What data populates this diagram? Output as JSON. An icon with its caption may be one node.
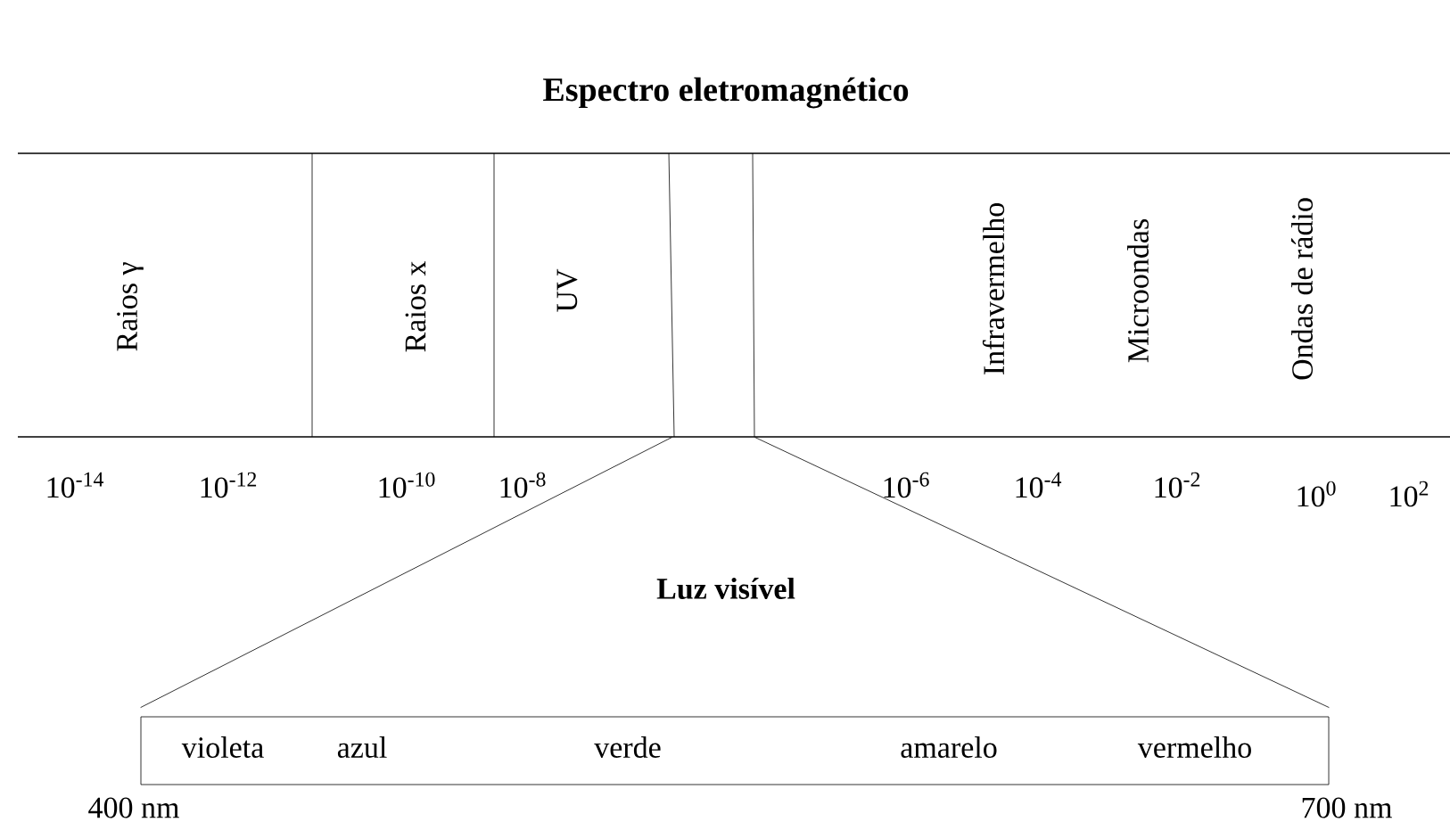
{
  "diagram": {
    "title": "Espectro eletromagnético",
    "nodes": [
      {
        "text": [],
        "shape": "box"
      },
      {
        "text": [
          "violeta",
          "azul",
          "verde",
          "amarelo",
          "vermelho"
        ],
        "beside": [
          "400 nm",
          "700 nm"
        ]
      }
    ],
    "edges": [
      {
        "from": 0,
        "to": 1,
        "arrow": "none"
      },
      {
        "from": 0,
        "to": 1,
        "arrow": "none"
      }
    ],
    "labels": [
      "Raios γ",
      "Raios x",
      "UV",
      "Infravermelho",
      "Microondas",
      "Ondas de rádio",
      "10$^{-14}$",
      "10$^{-12}$",
      "10$^{-10}$",
      "10$^{-8}$",
      "10$^{-6}$",
      "10$^{-4}$",
      "10$^{-2}$",
      "10$^{0}$",
      "10$^{2}$",
      "Luz visível"
    ]
  }
}
